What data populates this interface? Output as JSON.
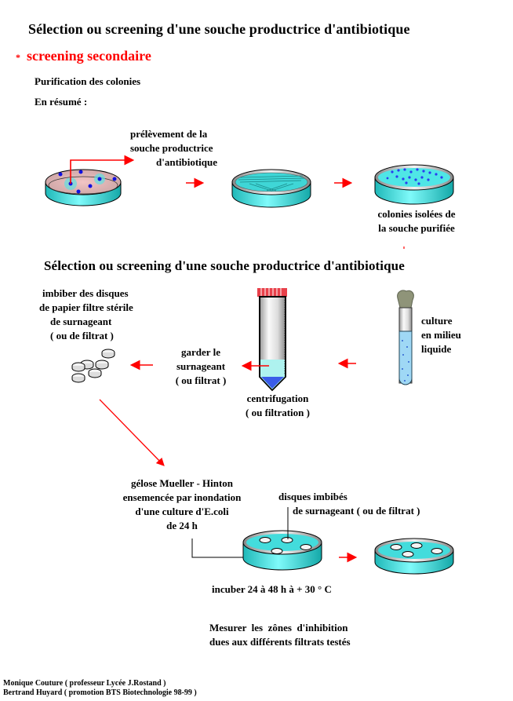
{
  "title": "Sélection ou screening d'une souche productrice d'antibiotique",
  "subtitle": {
    "bullet": "*",
    "text": "screening secondaire"
  },
  "section1": {
    "heading": "Purification des colonies",
    "summary_label": "En résumé :",
    "step1_label": [
      "prélèvement de la",
      "souche productrice",
      "d'antibiotique"
    ],
    "step3_label": [
      "colonies isolées de",
      "la souche purifiée"
    ]
  },
  "section2": {
    "title": "Sélection ou screening d'une souche productrice d'antibiotique",
    "culture_label": [
      "culture",
      "en milieu",
      "liquide"
    ],
    "centrifugation_label": [
      "centrifugation",
      "( ou filtration )"
    ],
    "keep_label": [
      "garder le",
      "surnageant",
      "( ou filtrat )"
    ],
    "soak_label": [
      "imbiber des disques",
      "de papier filtre stérile",
      "de surnageant",
      "( ou de filtrat )"
    ],
    "agar_label": [
      "gélose Mueller - Hinton",
      "ensemencée par inondation",
      "d'une culture d'E.coli",
      "de 24 h"
    ],
    "discs_label": [
      "disques imbibés",
      "de surnageant ( ou de filtrat )"
    ],
    "incubate_label": "incuber 24 à 48 h à + 30 ° C",
    "measure_label": [
      "Mesurer  les  zônes  d'inhibition",
      "dues aux différents filtrats testés"
    ]
  },
  "footer": {
    "line1": "Monique Couture ( professeur Lycée J.Rostand )",
    "line2": "Bertrand Huyard ( promotion BTS Biotechnologie 98-99 )"
  },
  "colors": {
    "accent": "#ff0000",
    "agar": "#33e0e0",
    "colony": "#1010e0"
  }
}
